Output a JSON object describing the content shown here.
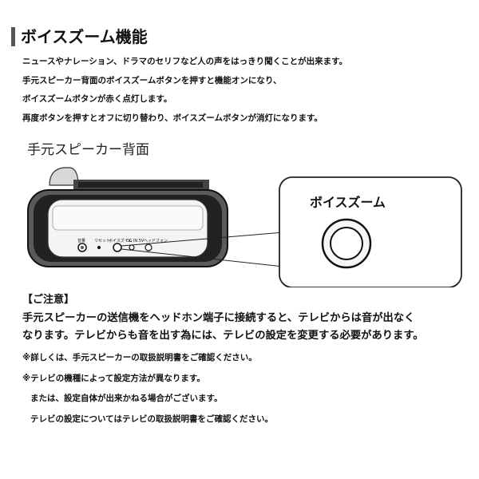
{
  "header": {
    "title": "ボイスズーム機能"
  },
  "intro": {
    "lines": [
      "ニュースやナレーション、ドラマのセリフなど人の声をはっきり聞くことが出来ます。",
      "手元スピーカー背面のボイスズームボタンを押すと機能オンになり、",
      "ボイスズームボタンが赤く点灯します。",
      "再度ボタンを押すとオフに切り替わり、ボイスズームボタンが消灯になります。"
    ]
  },
  "diagram": {
    "label": "手元スピーカー背面",
    "jack_labels": [
      "音量",
      "リセット",
      "ボイスズーム",
      "DC IN 5V",
      "ヘッドフォン"
    ],
    "callout_title": "ボイスズーム"
  },
  "caution": {
    "heading": "【ご注意】",
    "body_lines": [
      "手元スピーカーの送信機をヘッドホン端子に接続すると、テレビからは音が出なく",
      "なります。テレビからも音を出す為には、テレビの設定を変更する必要があります。"
    ],
    "notes": [
      "※詳しくは、手元スピーカーの取扱説明書をご確認ください。",
      "※テレビの機種によって設定方法が異なります。",
      "または、設定自体が出来かねる場合がございます。",
      "テレビの設定についてはテレビの取扱説明書をご確認ください。"
    ]
  }
}
